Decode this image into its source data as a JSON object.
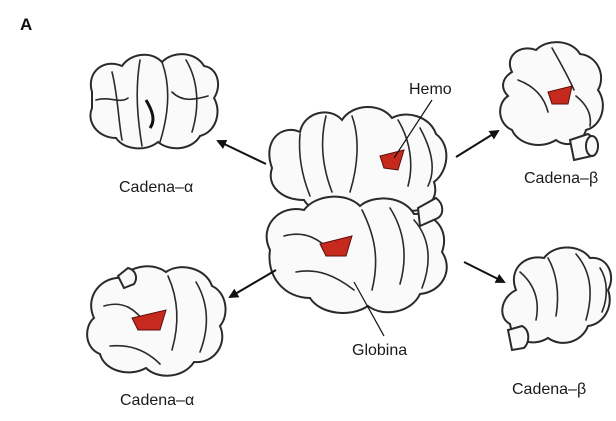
{
  "figure": {
    "panel_label": "A",
    "labels": {
      "heme": "Hemo",
      "globin": "Globina",
      "alpha_top": "Cadena–α",
      "alpha_bottom": "Cadena–α",
      "beta_top": "Cadena–β",
      "beta_bottom": "Cadena–β"
    },
    "colors": {
      "heme": "#c62a1f",
      "outline": "#2a2a2a",
      "background": "#ffffff"
    }
  }
}
